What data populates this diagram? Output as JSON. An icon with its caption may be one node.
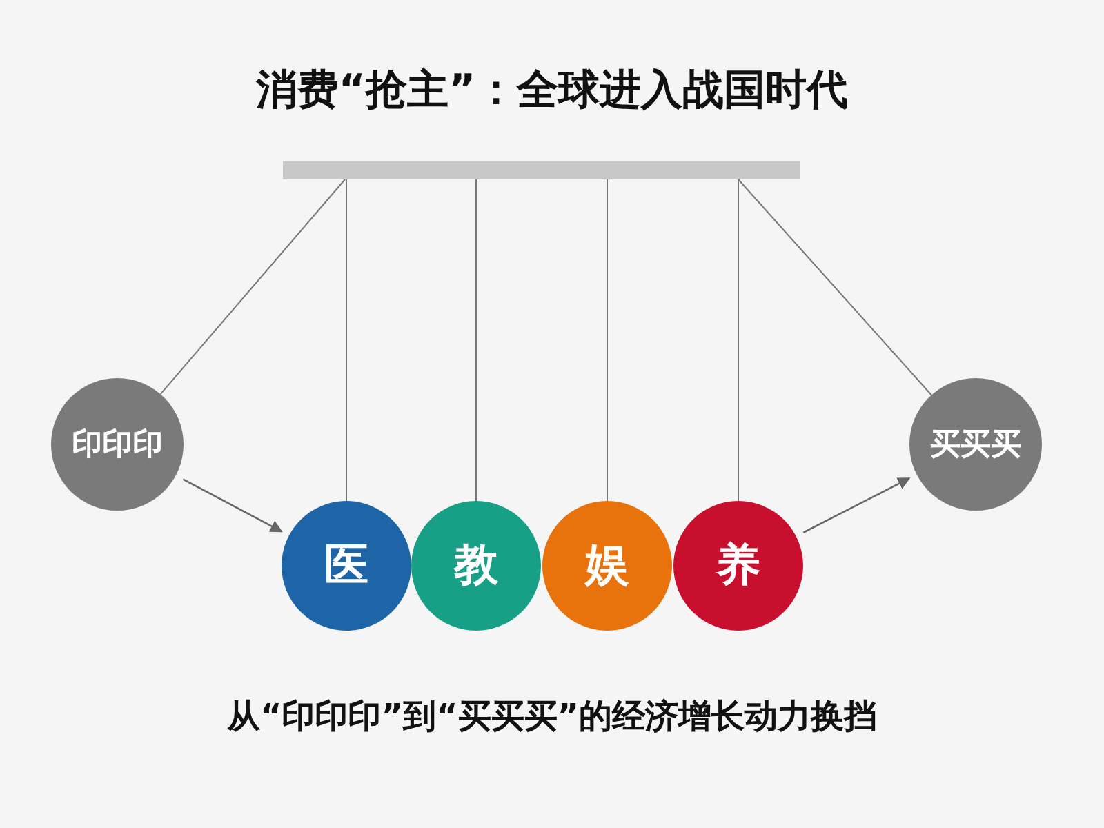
{
  "diagram": {
    "title": "消费“抢主”：全球进入战国时代",
    "caption": "从“印印印”到“买买买”的经济增长动力换挡",
    "nodes": [
      {
        "text": [],
        "shape": "bar"
      },
      {
        "text": [
          "印印印"
        ]
      },
      {
        "text": [
          "医"
        ]
      },
      {
        "text": [
          "教"
        ]
      },
      {
        "text": [
          "娱"
        ]
      },
      {
        "text": [
          "养"
        ]
      },
      {
        "text": [
          "买买买"
        ]
      }
    ],
    "edges": [
      {
        "from": 0,
        "to": 1,
        "arrow": "none"
      },
      {
        "from": 0,
        "to": 2,
        "arrow": "none"
      },
      {
        "from": 0,
        "to": 3,
        "arrow": "none"
      },
      {
        "from": 0,
        "to": 4,
        "arrow": "none"
      },
      {
        "from": 0,
        "to": 5,
        "arrow": "none"
      },
      {
        "from": 0,
        "to": 6,
        "arrow": "none"
      },
      {
        "from": 1,
        "to": 2,
        "arrow": "to"
      },
      {
        "from": 5,
        "to": 6,
        "arrow": "to"
      }
    ]
  }
}
